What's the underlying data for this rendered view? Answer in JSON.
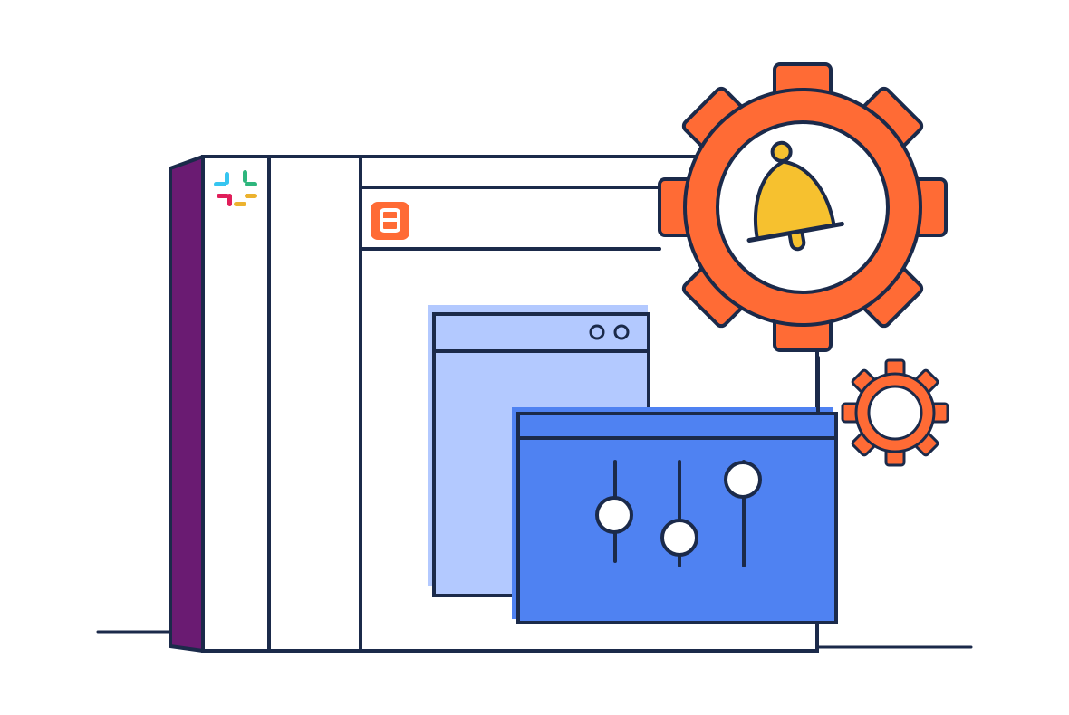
{
  "colors": {
    "background": "#ffffff",
    "ink": "#1b2a4a",
    "slack_purple": "#6a1b72",
    "orange": "#ff6b35",
    "bell_yellow": "#f6c12f",
    "light_blue": "#b3c9ff",
    "bright_blue": "#4f82f2",
    "white": "#ffffff"
  },
  "icons": {
    "slack": "slack-logo-icon",
    "box": "orange-square-app-icon",
    "big_gear": "gear-icon",
    "bell": "bell-icon",
    "small_gear": "small-gear-icon",
    "sliders": "sliders-icon",
    "window_dots": "window-control-dots-icon"
  },
  "slider_levels": [
    0.5,
    0.3,
    0.85
  ]
}
